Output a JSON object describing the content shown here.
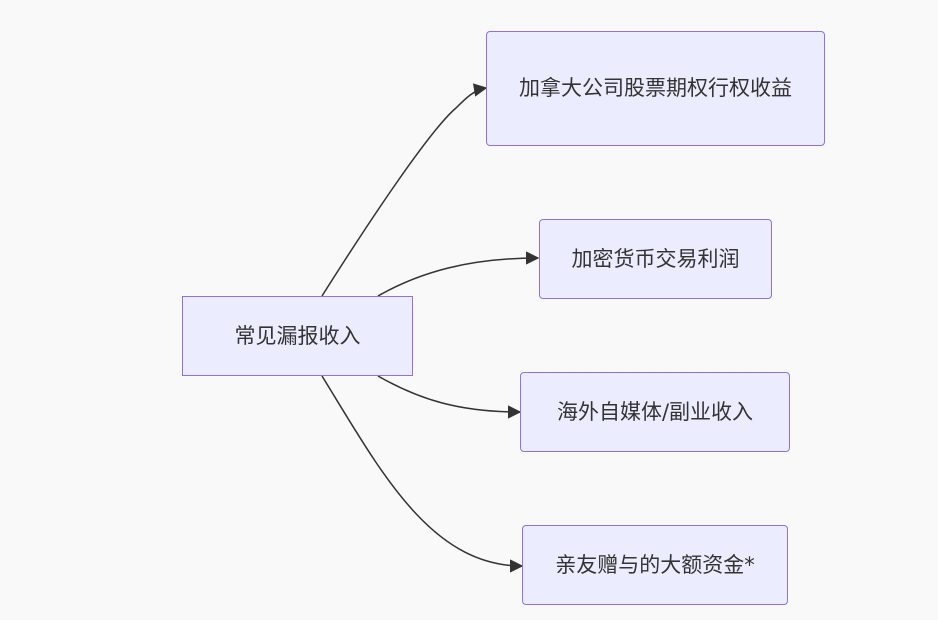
{
  "colors": {
    "node_fill": "#ececff",
    "node_border": "#9370db",
    "edge": "#333333",
    "text": "#333333",
    "background": "#f9f9fa"
  },
  "root": {
    "label": "常见漏报收入"
  },
  "children": [
    {
      "label": "加拿大公司股票期权行权收益"
    },
    {
      "label": "加密货币交易利润"
    },
    {
      "label": "海外自媒体/副业收入"
    },
    {
      "label": "亲友赠与的大额资金*"
    }
  ]
}
